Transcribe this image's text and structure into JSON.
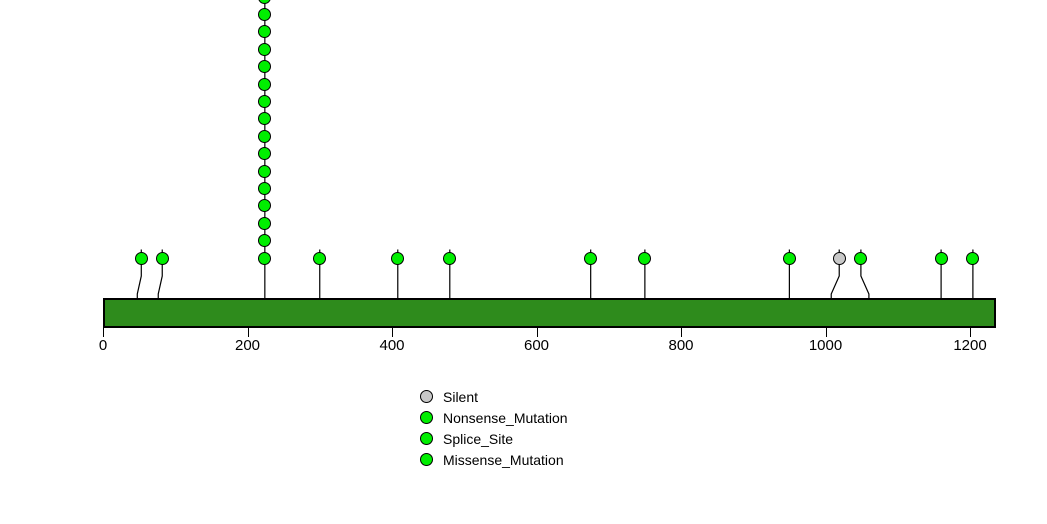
{
  "chart_data": {
    "type": "scatter",
    "chart_kind": "lollipop-mutation-diagram",
    "title": "",
    "subtitle": "",
    "xlabel": "",
    "ylabel": "",
    "xlim": [
      0,
      1230
    ],
    "ylim": [
      0,
      17
    ],
    "grid": false,
    "x_ticks": [
      0,
      200,
      400,
      600,
      800,
      1000,
      1200
    ],
    "x_tick_labels": [
      "0",
      "200",
      "400",
      "600",
      "800",
      "1000",
      "1200"
    ],
    "protein_domain": {
      "name": "protein-backbone",
      "start": 0,
      "end": 1235,
      "color": "#2E8B1C"
    },
    "legend": {
      "position": "bottom-center",
      "entries": [
        {
          "label": "Silent",
          "color": "#C8C8C8"
        },
        {
          "label": "Nonsense_Mutation",
          "color": "#00EE00"
        },
        {
          "label": "Splice_Site",
          "color": "#00EE00"
        },
        {
          "label": "Missense_Mutation",
          "color": "#00EE00"
        }
      ]
    },
    "lollipops": [
      {
        "position": 53,
        "count": 1,
        "color": "#00EE00",
        "type": "Missense_Mutation",
        "jitter": true
      },
      {
        "position": 82,
        "count": 1,
        "color": "#00EE00",
        "type": "Missense_Mutation",
        "jitter": true
      },
      {
        "position": 224,
        "count": 16,
        "color": "#00EE00",
        "type": "Missense_Mutation",
        "jitter": false
      },
      {
        "position": 300,
        "count": 1,
        "color": "#00EE00",
        "type": "Missense_Mutation",
        "jitter": false
      },
      {
        "position": 408,
        "count": 1,
        "color": "#00EE00",
        "type": "Missense_Mutation",
        "jitter": false
      },
      {
        "position": 480,
        "count": 1,
        "color": "#00EE00",
        "type": "Missense_Mutation",
        "jitter": false
      },
      {
        "position": 675,
        "count": 1,
        "color": "#00EE00",
        "type": "Missense_Mutation",
        "jitter": false
      },
      {
        "position": 750,
        "count": 1,
        "color": "#00EE00",
        "type": "Missense_Mutation",
        "jitter": false
      },
      {
        "position": 950,
        "count": 1,
        "color": "#00EE00",
        "type": "Missense_Mutation",
        "jitter": false
      },
      {
        "position": 1019,
        "count": 1,
        "color": "#C8C8C8",
        "type": "Silent",
        "jitter": true
      },
      {
        "position": 1049,
        "count": 1,
        "color": "#00EE00",
        "type": "Missense_Mutation",
        "jitter": true
      },
      {
        "position": 1160,
        "count": 1,
        "color": "#00EE00",
        "type": "Missense_Mutation",
        "jitter": false
      },
      {
        "position": 1204,
        "count": 1,
        "color": "#00EE00",
        "type": "Missense_Mutation",
        "jitter": false
      }
    ],
    "stack_column": {
      "position": 224,
      "dot_count": 16,
      "note": "tall vertical stack of mutation markers extending above the visible crop"
    },
    "colors": {
      "marker_green": "#00EE00",
      "marker_gray": "#C8C8C8",
      "backbone_green": "#2E8B1C",
      "stem_black": "#000000",
      "background": "#FFFFFF"
    }
  }
}
